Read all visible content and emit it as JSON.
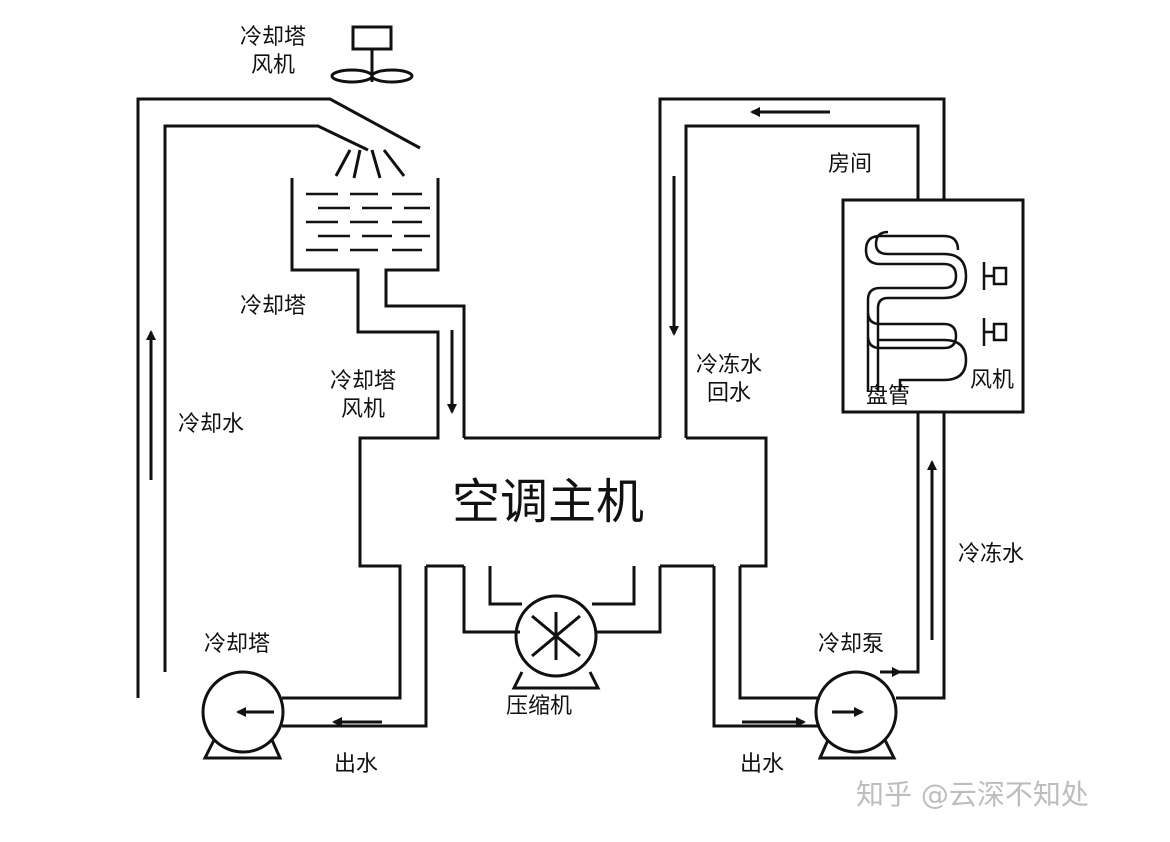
{
  "labels": {
    "top_fan_line1": "冷却塔",
    "top_fan_line2": "风机",
    "tower": "冷却塔",
    "mid_fan_line1": "冷却塔",
    "mid_fan_line2": "风机",
    "cooling_water": "冷却水",
    "main_unit": "空调主机",
    "left_pump": "冷却塔",
    "left_out": "出水",
    "compressor": "压缩机",
    "room": "房间",
    "chilled_return_line1": "冷冻水",
    "chilled_return_line2": "回水",
    "coil": "盘管",
    "fan": "风机",
    "chilled_water": "冷冻水",
    "right_pump": "冷却泵",
    "right_out": "出水"
  },
  "watermark": "知乎 @云深不知处",
  "colors": {
    "line": "#111111",
    "text": "#111111",
    "watermark": "#bdbdbd"
  }
}
